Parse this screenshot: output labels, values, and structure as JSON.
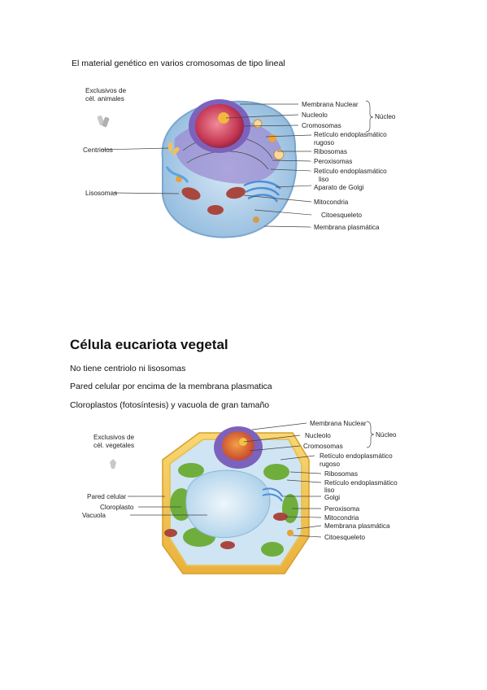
{
  "intro": {
    "text": "El material genético en varios cromosomas de tipo lineal"
  },
  "animal_figure": {
    "exclusive_heading": [
      "Exclusivos de",
      "cél. animales"
    ],
    "labels": {
      "membrana_nuclear": "Membrana Nuclear",
      "nucleolo": "Nucleolo",
      "cromosomas": "Cromosomas",
      "nucleo": "Núcleo",
      "reticulo_rugoso": [
        "Retículo endoplasmático",
        "rugoso"
      ],
      "ribosomas": "Ribosomas",
      "peroxisomas": "Peroxisomas",
      "reticulo_liso": [
        "Retículo endoplasmático",
        "liso"
      ],
      "aparato_golgi": "Aparato de Golgi",
      "mitocondria": "Mitocondria",
      "citoesqueleto": "Citoesqueleto",
      "membrana_plasmatica": "Membrana plasmática",
      "centriolos": "Centriolos",
      "lisosomas": "Lisosomas"
    }
  },
  "section": {
    "title": "Célula eucariota vegetal",
    "points": [
      "No tiene centriolo ni lisosomas",
      "Pared celular por encima de la membrana plasmatica",
      "Cloroplastos (fotosíntesis) y vacuola de gran tamaño"
    ]
  },
  "plant_figure": {
    "exclusive_heading": [
      "Exclusivos de",
      "cél. vegetales"
    ],
    "labels": {
      "membrana_nuclear": "Membrana Nuclear",
      "nucleolo": "Nucleolo",
      "cromosomas": "Cromosomas",
      "nucleo": "Núcleo",
      "reticulo_rugoso": [
        "Retículo endoplasmático",
        "rugoso"
      ],
      "ribosomas": "Ribosomas",
      "reticulo_liso": [
        "Retículo endoplasmático",
        "liso"
      ],
      "golgi": "Golgi",
      "peroxisoma": "Peroxisoma",
      "mitocondria": "Mitocondria",
      "membrana_plasmatica": "Membrana plasmática",
      "citoesqueleto": "Citoesqueleto",
      "pared_celular": "Pared celular",
      "cloroplasto": "Cloroplasto",
      "vacuola": "Vacuola"
    }
  },
  "colors": {
    "cytoplasm_blue": "#b9d6ee",
    "nucleus_purple": "#8a6fc4",
    "nucleolus_red": "#d0455c",
    "cell_wall_yellow": "#f3c24a",
    "chloroplast_green": "#6fae3c",
    "mitochondria_red": "#a9473f"
  }
}
